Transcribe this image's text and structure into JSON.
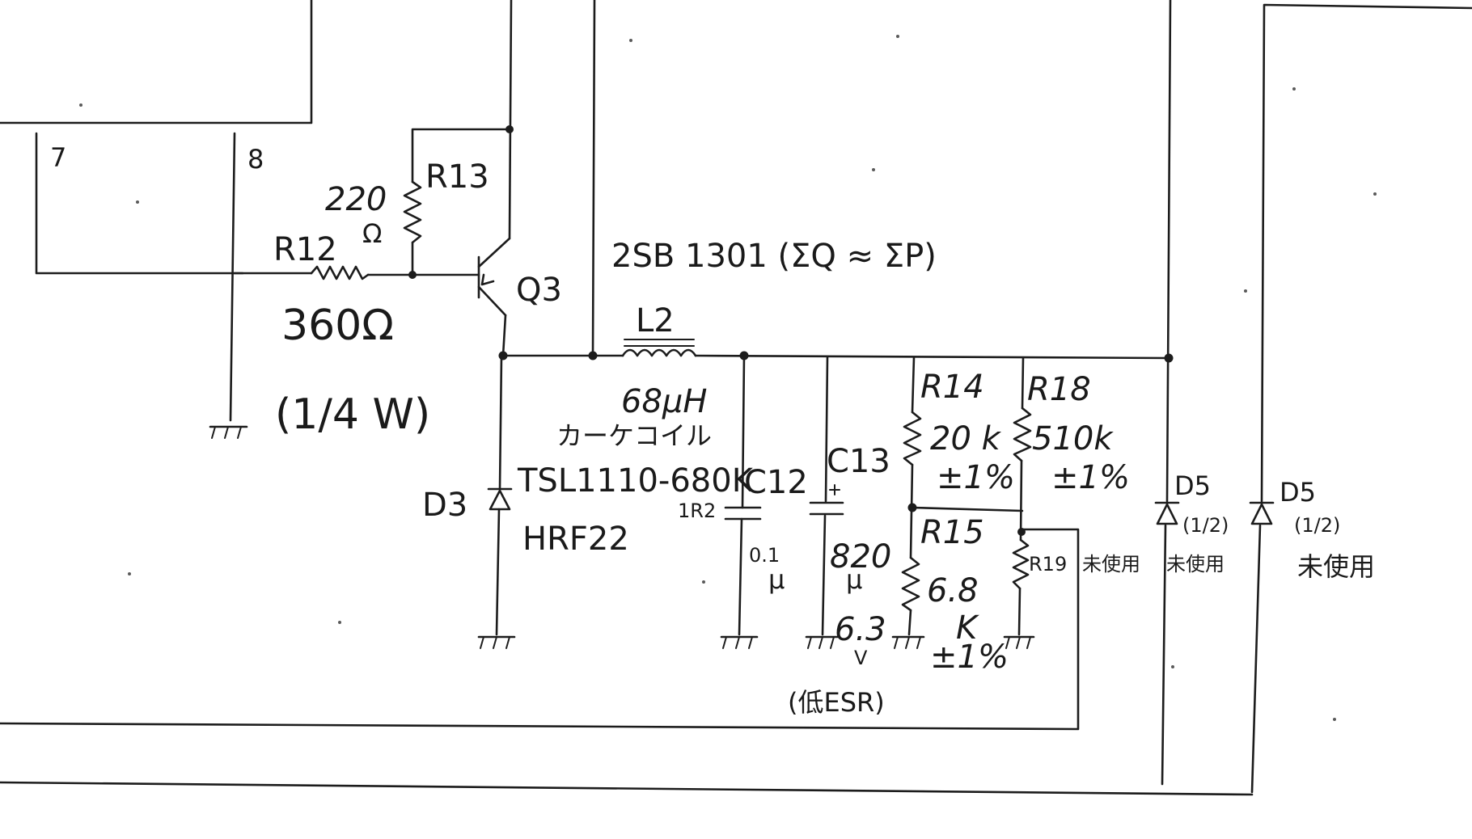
{
  "pins": {
    "pin7": "7",
    "pin8": "8"
  },
  "transistor": {
    "ref": "Q3",
    "part": "2SB 1301 (ΣQ ≈ ΣP)"
  },
  "resistors": {
    "r12": {
      "ref": "R12",
      "value": "360Ω",
      "power": "(1/4 W)"
    },
    "r13": {
      "ref": "R13",
      "value": "220",
      "unit": "Ω"
    },
    "r14": {
      "ref": "R14",
      "value": "20 k",
      "tol": "±1%"
    },
    "r15": {
      "ref": "R15",
      "value": "6.8",
      "unit": "K",
      "tol": "±1%"
    },
    "r18": {
      "ref": "R18",
      "value": "510k",
      "tol": "±1%"
    },
    "r19": {
      "ref": "R19",
      "note": "未使用"
    }
  },
  "inductor": {
    "ref": "L2",
    "value": "68μH",
    "type": "カーケコイル",
    "part": "TSL1110-680K",
    "rating": "1R2",
    "alt": "HRF22"
  },
  "capacitors": {
    "c12": {
      "ref": "C12",
      "value": "0.1",
      "unit": "μ"
    },
    "c13": {
      "ref": "C13",
      "value": "820",
      "unit": "μ",
      "voltage": "6.3",
      "voltage_unit": "V",
      "note": "(低ESR)"
    }
  },
  "diodes": {
    "d3": {
      "ref": "D3"
    },
    "d5a": {
      "ref": "D5",
      "note": "(1/2)",
      "status": "未使用"
    },
    "d5b": {
      "ref": "D5",
      "note": "(1/2)",
      "status": "未使用"
    }
  }
}
